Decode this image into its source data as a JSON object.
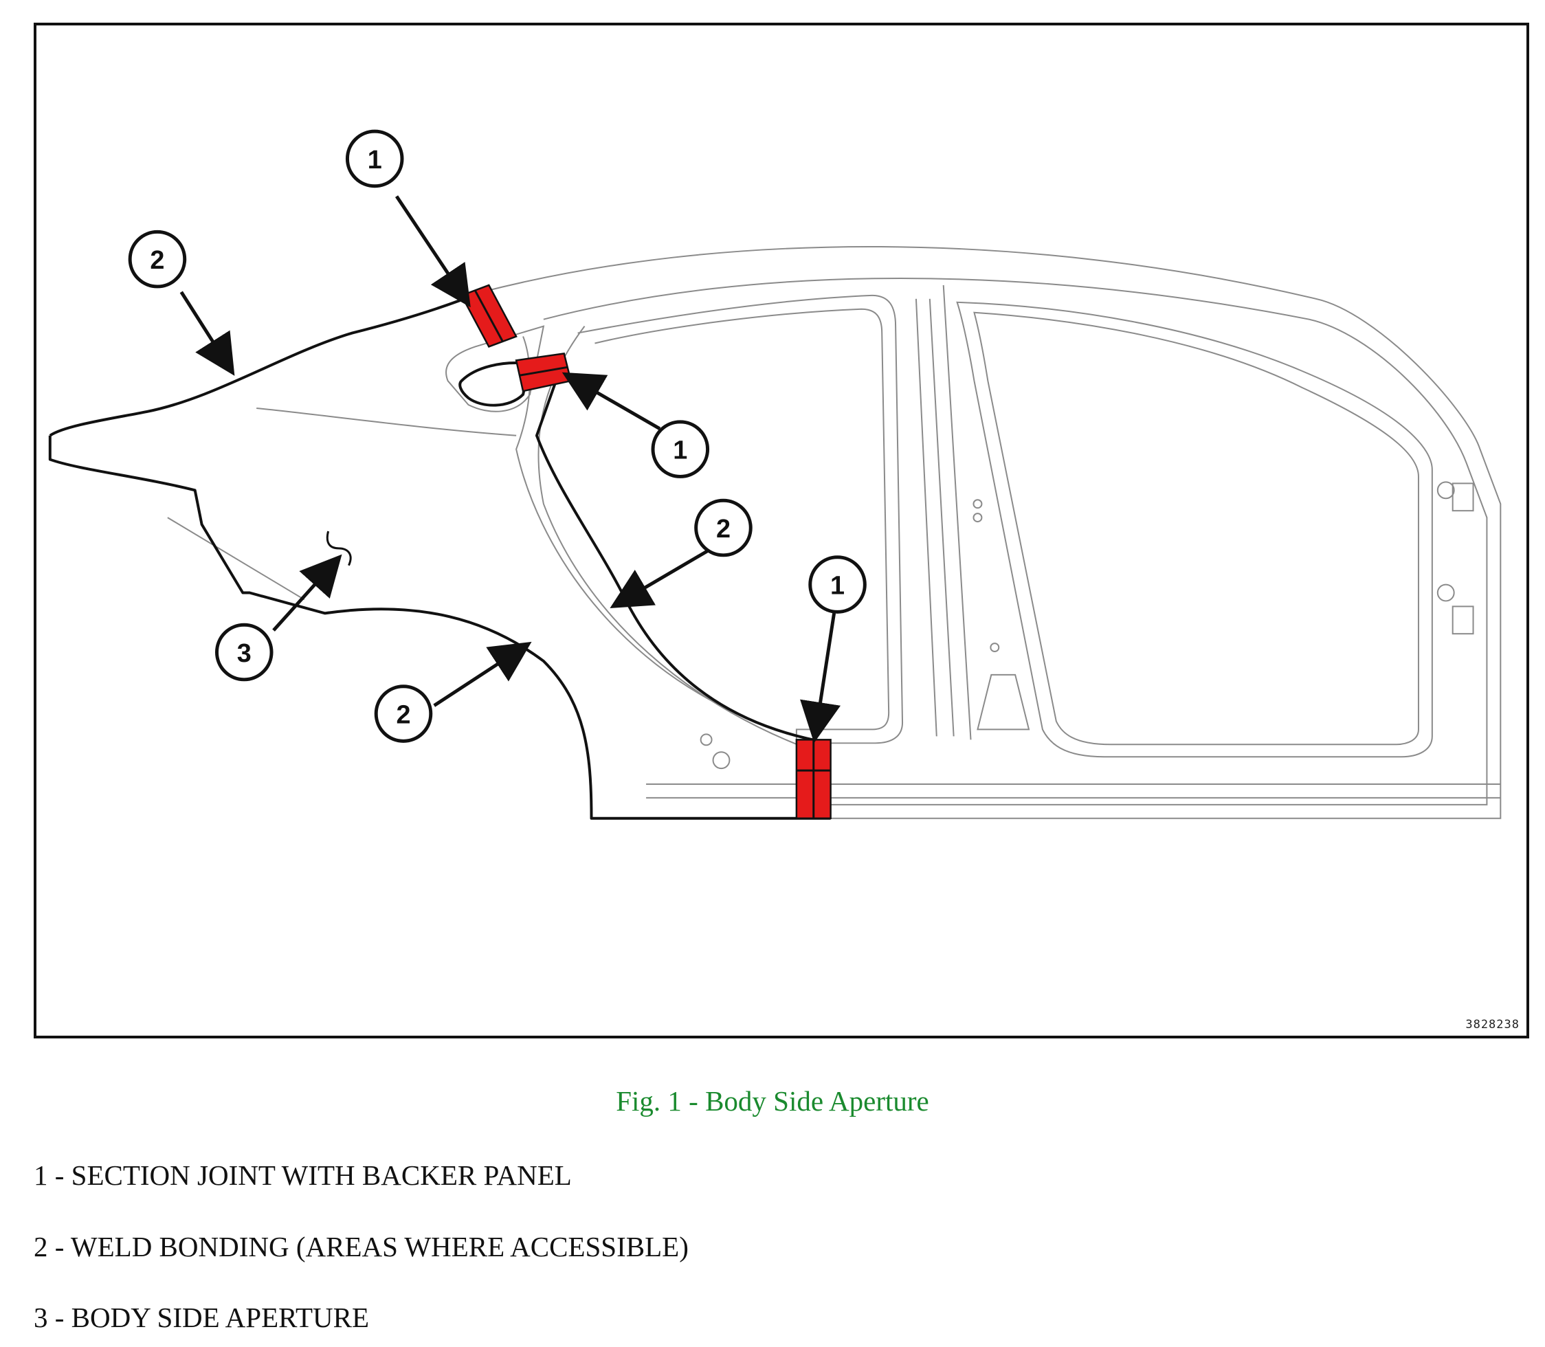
{
  "figure": {
    "image_code": "3828238",
    "callouts": [
      {
        "id": "callout-1-top",
        "label": "1"
      },
      {
        "id": "callout-1-mid",
        "label": "1"
      },
      {
        "id": "callout-1-bottom",
        "label": "1"
      },
      {
        "id": "callout-2-roof",
        "label": "2"
      },
      {
        "id": "callout-2-pillar",
        "label": "2"
      },
      {
        "id": "callout-2-wheel",
        "label": "2"
      },
      {
        "id": "callout-3-panel",
        "label": "3"
      }
    ],
    "weld_color": "#e51b1b"
  },
  "caption": "Fig. 1 - Body Side Aperture",
  "legend": [
    {
      "text": "1 - SECTION JOINT WITH BACKER PANEL"
    },
    {
      "text": "2 - WELD BONDING (AREAS WHERE ACCESSIBLE)"
    },
    {
      "text": "3 - BODY SIDE APERTURE"
    }
  ],
  "caption_color": "#1a8a2e"
}
